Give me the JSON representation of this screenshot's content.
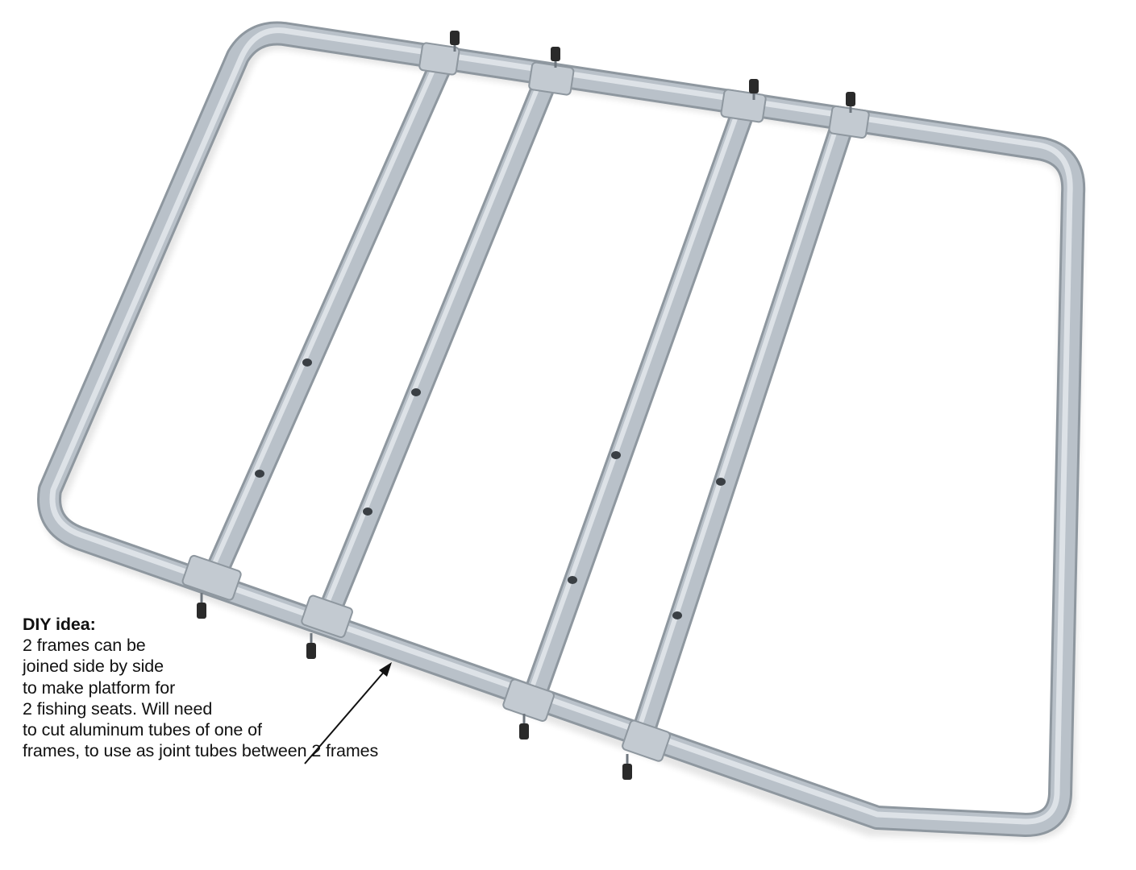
{
  "annotation": {
    "title": "DIY idea:",
    "lines": [
      "2 frames can be",
      "joined side by side",
      "to make platform for",
      "2 fishing seats. Will need",
      "to cut aluminum tubes of one of",
      "frames, to use as joint tubes between 2 frames"
    ]
  },
  "colors": {
    "tube": "#b9c1c9",
    "tube_light": "#dde2e7",
    "tube_shadow": "#8e979f",
    "bolt": "#2a2a2a",
    "text": "#111111",
    "background": "#ffffff"
  },
  "icons": {
    "arrow": "arrow-pointer-icon",
    "bolt": "bolt-icon"
  }
}
